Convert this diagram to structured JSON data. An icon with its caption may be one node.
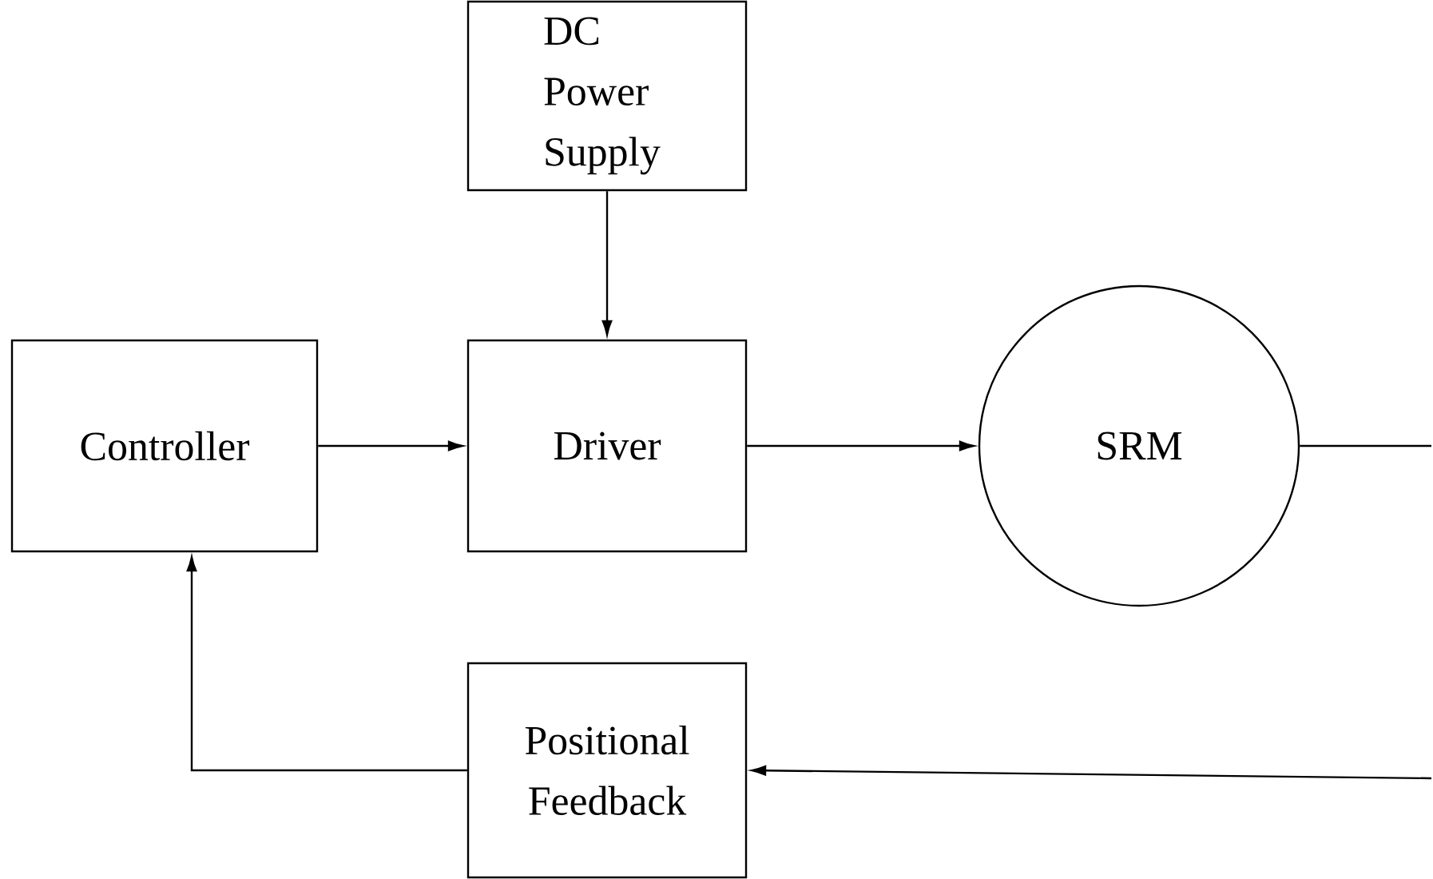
{
  "diagram": {
    "nodes": [
      {
        "text": [
          "DC Power Supply"
        ]
      },
      {
        "text": [
          "Controller"
        ]
      },
      {
        "text": [
          "Driver"
        ]
      },
      {
        "text": [
          "SRM"
        ]
      },
      {
        "text": [
          "Positional Feedback"
        ]
      }
    ],
    "edges": [
      {
        "from": 0,
        "to": 2,
        "arrow": "to"
      },
      {
        "from": 1,
        "to": 2,
        "arrow": "to"
      },
      {
        "from": 2,
        "to": 3,
        "arrow": "to"
      },
      {
        "from": 3,
        "to": null,
        "arrow": "none"
      },
      {
        "from": null,
        "to": 4,
        "arrow": "to"
      },
      {
        "from": 4,
        "to": 1,
        "arrow": "to"
      }
    ]
  }
}
